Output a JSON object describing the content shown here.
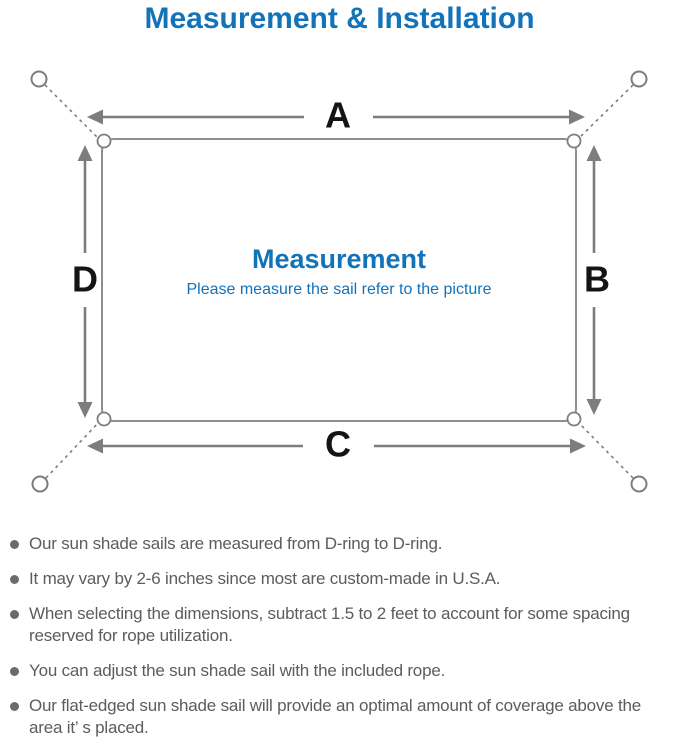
{
  "title": "Measurement & Installation",
  "colors": {
    "accent_blue": "#1373b9",
    "line_gray": "#7d7d7d",
    "text_gray": "#5c5c5c",
    "label_black": "#141414"
  },
  "diagram": {
    "labels": {
      "top": "A",
      "right": "B",
      "bottom": "C",
      "left": "D"
    },
    "center_title": "Measurement",
    "center_subtitle": "Please measure the sail refer to the picture"
  },
  "notes": {
    "items": [
      "Our sun shade sails are measured from D-ring to D-ring.",
      "It may vary by 2-6 inches since most are custom-made in U.S.A.",
      "When selecting the dimensions, subtract 1.5 to 2 feet to account for some spacing reserved for rope utilization.",
      "You can adjust the sun shade sail with the included rope.",
      "Our flat-edged sun shade sail will provide an optimal amount of coverage above the area it’ s placed."
    ]
  }
}
